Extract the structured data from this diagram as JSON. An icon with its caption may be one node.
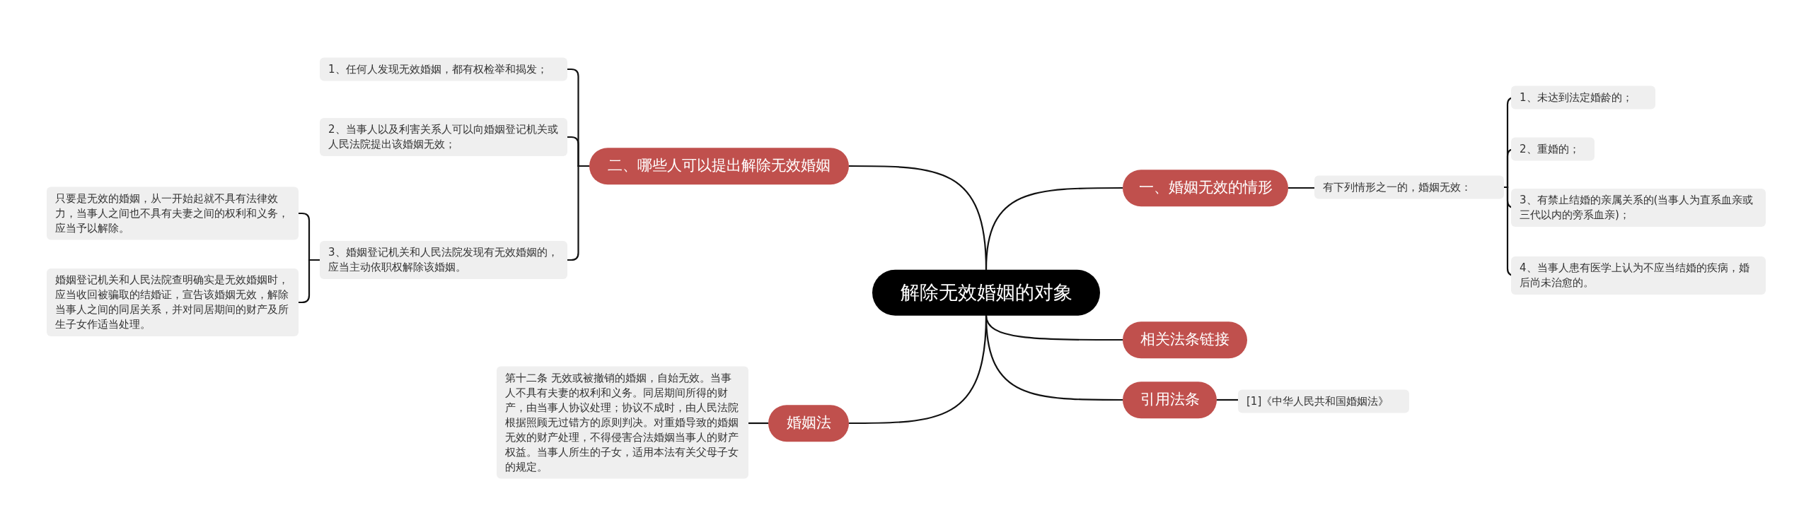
{
  "diagram": {
    "nodes": [
      {
        "text": [
          "解除无效婚姻的对象"
        ]
      },
      {
        "text": [
          "一、婚姻无效的情形"
        ]
      },
      {
        "text": [
          "有下列情形之一的，婚姻无效："
        ]
      },
      {
        "text": [
          "1、未达到法定婚龄的；"
        ]
      },
      {
        "text": [
          "2、重婚的；"
        ]
      },
      {
        "text": [
          "3、有禁止结婚的亲属关系的(当事人为直系血亲或三代以内的旁系血亲)；"
        ]
      },
      {
        "text": [
          "4、当事人患有医学上认为不应当结婚的疾病，婚后尚未治愈的。"
        ]
      },
      {
        "text": [
          "二、哪些人可以提出解除无效婚姻"
        ]
      },
      {
        "text": [
          "1、任何人发现无效婚姻，都有权检举和揭发；"
        ]
      },
      {
        "text": [
          "2、当事人以及利害关系人可以向婚姻登记机关或人民法院提出该婚姻无效；"
        ]
      },
      {
        "text": [
          "3、婚姻登记机关和人民法院发现有无效婚姻的，应当主动依职权解除该婚姻。"
        ]
      },
      {
        "text": [
          "只要是无效的婚姻，从一开始起就不具有法律效力，当事人之间也不具有夫妻之间的权利和义务，应当予以解除。"
        ]
      },
      {
        "text": [
          "婚姻登记机关和人民法院查明确实是无效婚姻时，应当收回被骗取的结婚证，宣告该婚姻无效，解除当事人之间的同居关系，并对同居期间的财产及所生子女作适当处理。"
        ]
      },
      {
        "text": [
          "相关法条链接"
        ]
      },
      {
        "text": [
          "引用法条"
        ]
      },
      {
        "text": [
          "[1]《中华人民共和国婚姻法》"
        ]
      },
      {
        "text": [
          "婚姻法"
        ]
      },
      {
        "text": [
          "第十二条 无效或被撤销的婚姻，自始无效。当事人不具有夫妻的权利和义务。同居期间所得的财产，由当事人协议处理；协议不成时，由人民法院根据照顾无过错方的原则判决。对重婚导致的婚姻无效的财产处理，不得侵害合法婚姻当事人的财产权益。当事人所生的子女，适用本法有关父母子女的规定。"
        ]
      }
    ],
    "edges": [
      {
        "from": 0,
        "to": 1,
        "arrow": "none"
      },
      {
        "from": 1,
        "to": 2,
        "arrow": "none"
      },
      {
        "from": 2,
        "to": 3,
        "arrow": "none"
      },
      {
        "from": 2,
        "to": 4,
        "arrow": "none"
      },
      {
        "from": 2,
        "to": 5,
        "arrow": "none"
      },
      {
        "from": 2,
        "to": 6,
        "arrow": "none"
      },
      {
        "from": 0,
        "to": 7,
        "arrow": "none"
      },
      {
        "from": 7,
        "to": 8,
        "arrow": "none"
      },
      {
        "from": 7,
        "to": 9,
        "arrow": "none"
      },
      {
        "from": 7,
        "to": 10,
        "arrow": "none"
      },
      {
        "from": 10,
        "to": 11,
        "arrow": "none"
      },
      {
        "from": 10,
        "to": 12,
        "arrow": "none"
      },
      {
        "from": 0,
        "to": 13,
        "arrow": "none"
      },
      {
        "from": 0,
        "to": 14,
        "arrow": "none"
      },
      {
        "from": 14,
        "to": 15,
        "arrow": "none"
      },
      {
        "from": 0,
        "to": 16,
        "arrow": "none"
      },
      {
        "from": 16,
        "to": 17,
        "arrow": "none"
      }
    ]
  }
}
